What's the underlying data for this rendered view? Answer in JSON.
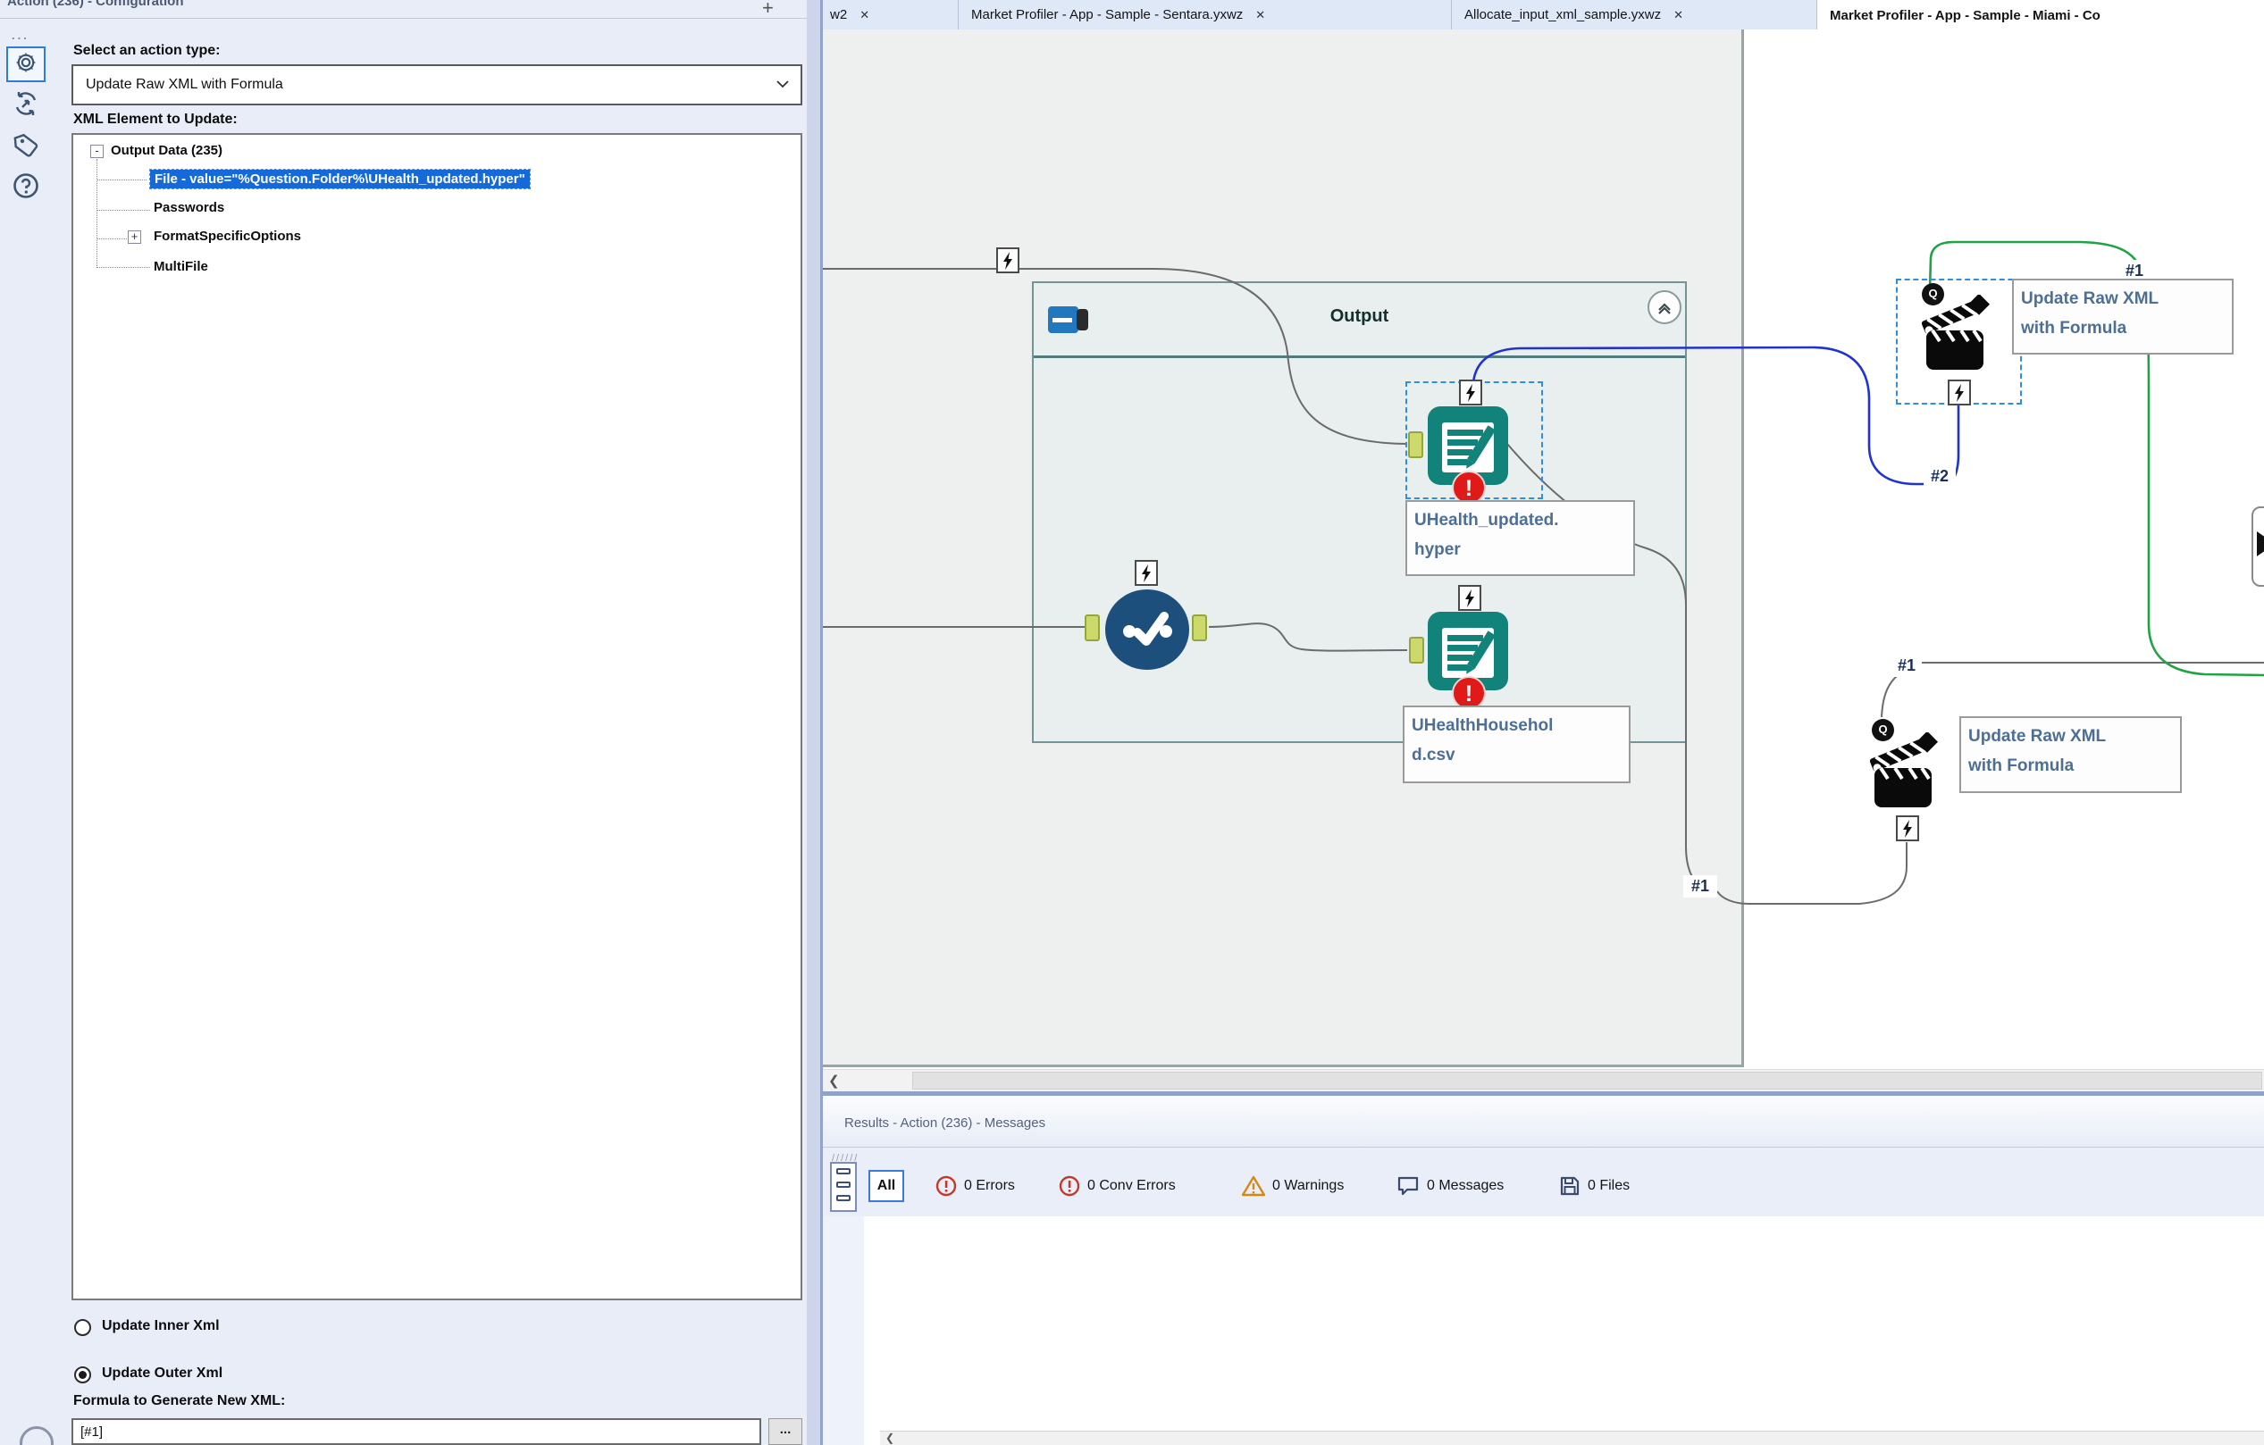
{
  "config_panel": {
    "title": "Action (236) - Configuration",
    "add_button": "+",
    "sidebar_dots": "...",
    "action_type_label": "Select an action type:",
    "action_type_value": "Update Raw XML with Formula",
    "xml_label": "XML Element to Update:",
    "tree": {
      "root": "Output Data (235)",
      "root_expander": "-",
      "selected": "File - value=\"%Question.Folder%\\UHealth_updated.hyper\"",
      "items": [
        "Passwords",
        "FormatSpecificOptions",
        "MultiFile"
      ],
      "format_expander": "+"
    },
    "radio_inner": "Update Inner Xml",
    "radio_outer": "Update Outer Xml",
    "radio_selected": "Update Outer Xml",
    "formula_label": "Formula to Generate New XML:",
    "formula_value": "[#1]",
    "ellipsis_button": "..."
  },
  "tabs": [
    {
      "label": "w2",
      "close": "✕",
      "active": false
    },
    {
      "label": "Market Profiler - App - Sample - Sentara.yxwz",
      "close": "✕",
      "active": false
    },
    {
      "label": "Allocate_input_xml_sample.yxwz",
      "close": "✕",
      "active": false
    },
    {
      "label": "Market Profiler - App - Sample - Miami - Co",
      "close": "",
      "active": true
    }
  ],
  "canvas": {
    "container_title": "Output",
    "outputs": [
      {
        "line1": "UHealth_updated.",
        "line2": "hyper",
        "has_error": true
      },
      {
        "line1": "UHealthHousehol",
        "line2": "d.csv",
        "has_error": true
      }
    ],
    "action_annotation": {
      "line1": "Update Raw XML",
      "line2": "with Formula"
    },
    "chips": {
      "n1": "#1",
      "n2": "#2"
    },
    "q_anchor": "Q",
    "error_mark": "!"
  },
  "results": {
    "header": "Results - Action (236) - Messages",
    "filter_all": "All",
    "errors": "0 Errors",
    "conv_errors": "0 Conv Errors",
    "warnings": "0 Warnings",
    "messages": "0 Messages",
    "files": "0 Files"
  },
  "scrollbars": {
    "left_arrow": "❮"
  },
  "colors": {
    "tool_teal": "#12837a",
    "error_red": "#e01919",
    "selection_blue": "#2e8fe0",
    "tree_select_blue": "#1669d9",
    "wire_grey": "#6b6b6b",
    "wire_blue": "#2033cf",
    "wire_green": "#21a244",
    "anchor_green": "#cdd96a"
  }
}
